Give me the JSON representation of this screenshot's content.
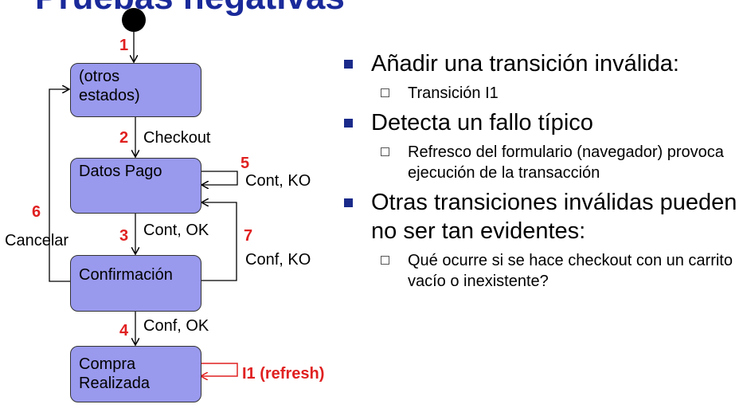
{
  "title": "Pruebas negativas",
  "states": {
    "s1": {
      "line1": "(otros",
      "line2": "estados)"
    },
    "s2": {
      "line1": "Datos Pago"
    },
    "s3": {
      "line1": "Confirmación"
    },
    "s4": {
      "line1": "Compra",
      "line2": "Realizada"
    }
  },
  "transitions": {
    "t1": {
      "num": "1"
    },
    "t2": {
      "num": "2",
      "label": "Checkout"
    },
    "t3": {
      "num": "3",
      "label": "Cont, OK"
    },
    "t4": {
      "num": "4",
      "label": "Conf, OK"
    },
    "t5": {
      "num": "5",
      "label": "Cont, KO"
    },
    "t6": {
      "num": "6",
      "label": "Cancelar"
    },
    "t7": {
      "num": "7",
      "label": "Conf, KO"
    },
    "i1": {
      "label": "I1 (refresh)"
    }
  },
  "colors": {
    "state_fill": "#9999ee",
    "red": "#e02020",
    "title": "#1a2a9a"
  },
  "bullets": [
    {
      "text": "Añadir una transición inválida:",
      "subs": [
        "Transición I1"
      ]
    },
    {
      "text": "Detecta un fallo típico",
      "subs": [
        "Refresco del formulario (navegador) provoca ejecución de la transacción"
      ]
    },
    {
      "text": "Otras transiciones inválidas pueden no ser tan evidentes:",
      "subs": [
        "Qué ocurre si se hace checkout con un carrito vacío o inexistente?"
      ]
    }
  ]
}
